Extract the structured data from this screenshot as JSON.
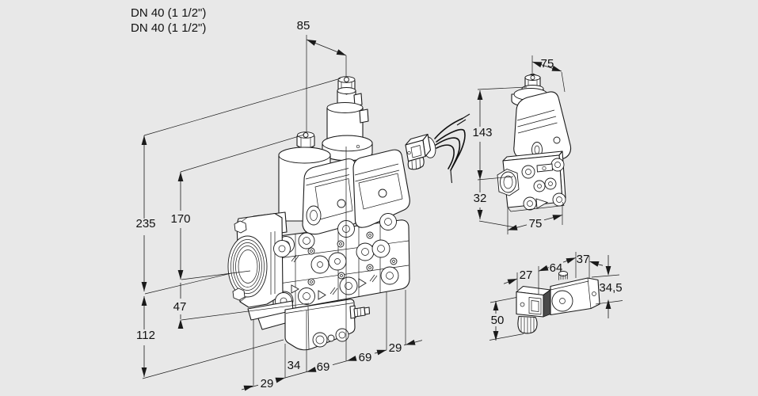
{
  "colors": {
    "background": "#e8e8e8",
    "ink": "#1a1a1a"
  },
  "product_labels": {
    "line1": "DN 40 (1 1/2\")",
    "line2": "DN 40 (1 1/2\")"
  },
  "main_view": {
    "dims": {
      "solenoid_spacing": "85",
      "overall_height": "235",
      "coil_height": "170",
      "axis_to_bottom": "47",
      "lower_height": "112",
      "bottom_chain": [
        "29",
        "34",
        "69",
        "69",
        "29"
      ]
    }
  },
  "side_view": {
    "dims": {
      "top_width": "75",
      "height": "143",
      "lower_height": "32",
      "bottom_width": "75"
    }
  },
  "accessory_view": {
    "dims": {
      "coil_width": "27",
      "body_length": "64",
      "end_depth": "37",
      "end_height": "34,5",
      "overall_height": "50"
    }
  }
}
